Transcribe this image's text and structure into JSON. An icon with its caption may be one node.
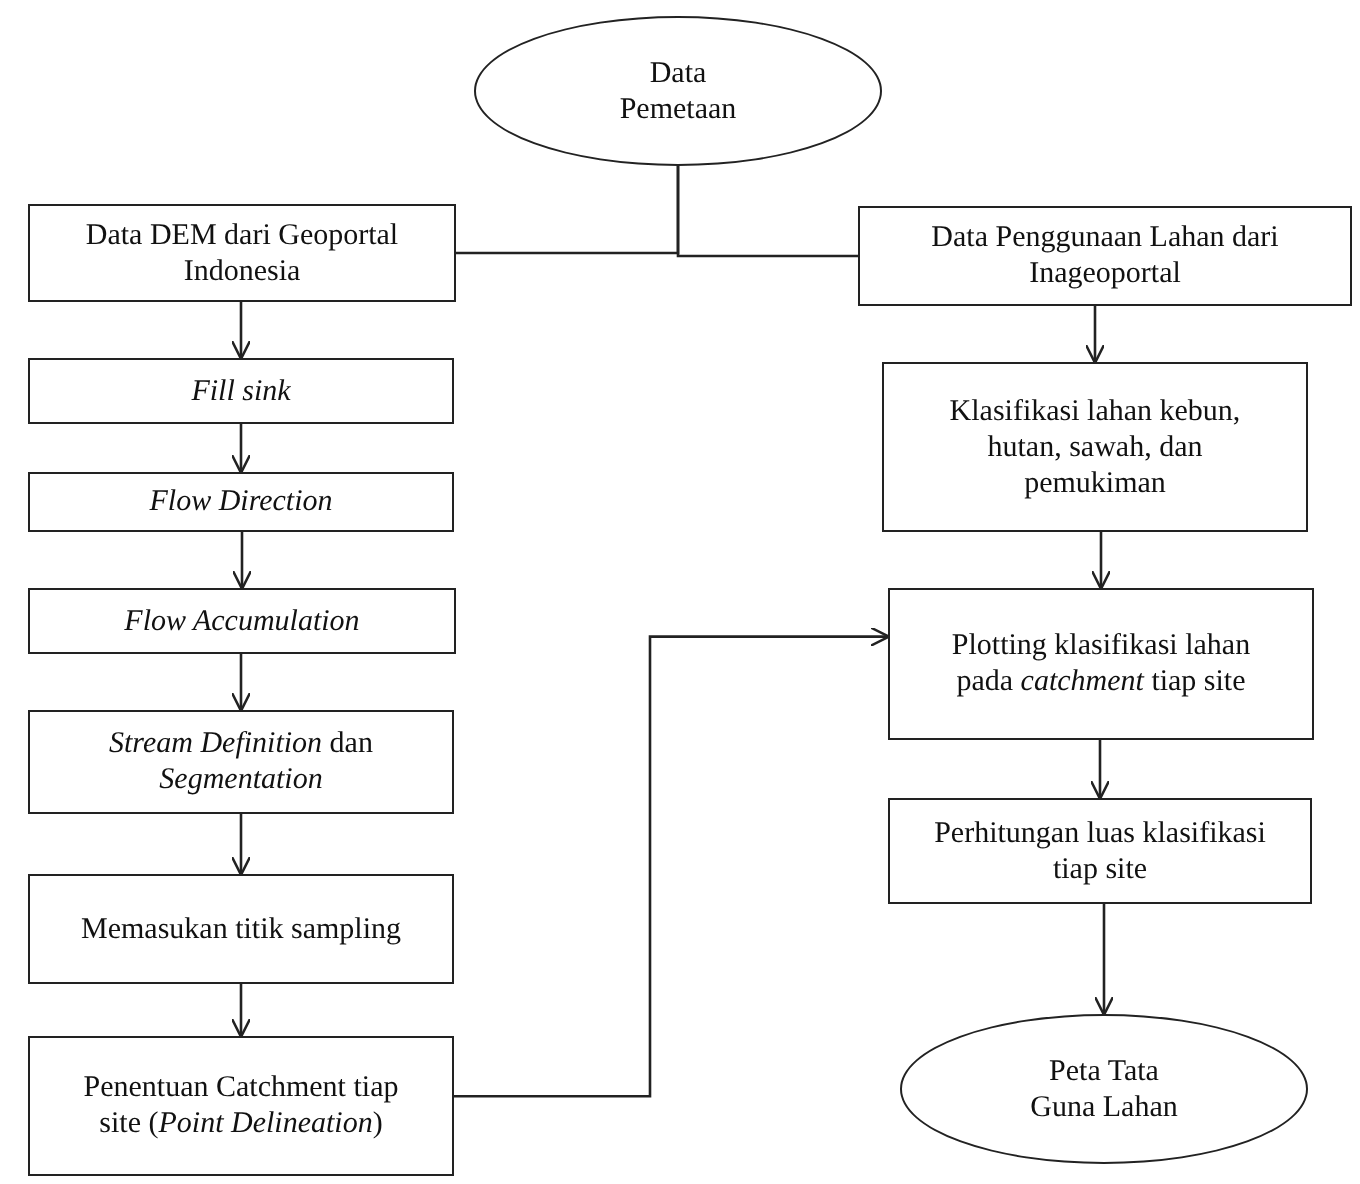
{
  "diagram": {
    "nodes": [
      {
        "text": [
          "Data Pemetaan"
        ]
      },
      {
        "text": [
          "Data DEM dari Geoportal Indonesia"
        ]
      },
      {
        "text": [
          "Fill sink"
        ]
      },
      {
        "text": [
          "Flow Direction"
        ]
      },
      {
        "text": [
          "Flow Accumulation"
        ]
      },
      {
        "text": [
          "*Stream Definition* dan *Segmentation*"
        ]
      },
      {
        "text": [
          "Memasukan titik sampling"
        ]
      },
      {
        "text": [
          "Penentuan Catchment tiap site (*Point Delineation*)"
        ]
      },
      {
        "text": [
          "Data Penggunaan Lahan dari Inageoportal"
        ]
      },
      {
        "text": [
          "Klasifikasi lahan kebun, hutan, sawah, dan pemukiman"
        ]
      },
      {
        "text": [
          "Plotting klasifikasi lahan pada *catchment* tiap site"
        ]
      },
      {
        "text": [
          "Perhitungan luas klasifikasi tiap site"
        ]
      },
      {
        "text": [
          "Peta Tata Guna Lahan"
        ]
      }
    ],
    "edges": [
      {
        "from": 0,
        "to": 1,
        "arrow": "none"
      },
      {
        "from": 0,
        "to": 8,
        "arrow": "none"
      },
      {
        "from": 1,
        "to": 2,
        "arrow": "to"
      },
      {
        "from": 2,
        "to": 3,
        "arrow": "to"
      },
      {
        "from": 3,
        "to": 4,
        "arrow": "to"
      },
      {
        "from": 4,
        "to": 5,
        "arrow": "to"
      },
      {
        "from": 5,
        "to": 6,
        "arrow": "to"
      },
      {
        "from": 6,
        "to": 7,
        "arrow": "to"
      },
      {
        "from": 7,
        "to": 10,
        "arrow": "to"
      },
      {
        "from": 8,
        "to": 9,
        "arrow": "to"
      },
      {
        "from": 9,
        "to": 10,
        "arrow": "to"
      },
      {
        "from": 10,
        "to": 11,
        "arrow": "to"
      },
      {
        "from": 11,
        "to": 12,
        "arrow": "to"
      }
    ]
  }
}
